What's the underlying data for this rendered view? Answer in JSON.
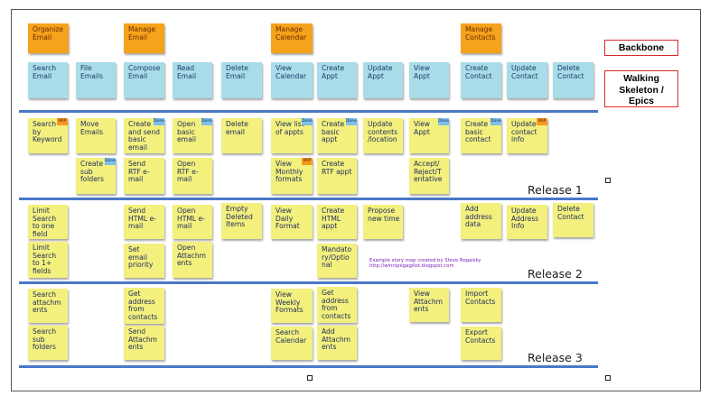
{
  "legend": {
    "backbone": "Backbone",
    "walking_skeleton": "Walking\nSkeleton /\nEpics"
  },
  "backbone": [
    {
      "id": "organize",
      "text": "Organize\nEmail"
    },
    {
      "id": "manage-email",
      "text": "Manage\nEmail"
    },
    {
      "id": "manage-calendar",
      "text": "Manage\nCalendar"
    },
    {
      "id": "manage-contacts",
      "text": "Manage\nContacts"
    }
  ],
  "skeleton": [
    {
      "id": "search-email",
      "text": "Search\nEmail"
    },
    {
      "id": "file-emails",
      "text": "File\nEmails"
    },
    {
      "id": "compose-email",
      "text": "Compose\nEmail"
    },
    {
      "id": "read-email",
      "text": "Read\nEmail"
    },
    {
      "id": "delete-email",
      "text": "Delete\nEmail"
    },
    {
      "id": "view-calendar",
      "text": "View\nCalendar"
    },
    {
      "id": "create-appt",
      "text": "Create\nAppt"
    },
    {
      "id": "update-appt",
      "text": "Update\nAppt"
    },
    {
      "id": "view-appt",
      "text": "View\nAppt"
    },
    {
      "id": "create-contact",
      "text": "Create\nContact"
    },
    {
      "id": "update-contact",
      "text": "Update\nContact"
    },
    {
      "id": "delete-contact",
      "text": "Delete\nContact"
    }
  ],
  "stories": [
    {
      "id": "search-by-keyword",
      "text": "Search\nby\nKeyword",
      "tag": "WIP"
    },
    {
      "id": "move-emails",
      "text": "Move\nEmails"
    },
    {
      "id": "create-sub-folders",
      "text": "Create\nsub\nfolders",
      "tag": "Done"
    },
    {
      "id": "create-send-basic-email",
      "text": "Create\nand send\nbasic\nemail",
      "tag": "Done"
    },
    {
      "id": "send-rtf-email",
      "text": "Send\nRTF e-\nmail"
    },
    {
      "id": "open-basic-email",
      "text": "Open\nbasic\nemail",
      "tag": "Done"
    },
    {
      "id": "open-rtf-email",
      "text": "Open\nRTF e-\nmail"
    },
    {
      "id": "delete-email-story",
      "text": "Delete\nemail"
    },
    {
      "id": "view-list-appts",
      "text": "View list\nof appts",
      "tag": "Done"
    },
    {
      "id": "view-monthly-formats",
      "text": "View\nMonthly\nformats",
      "tag": "WIP"
    },
    {
      "id": "create-basic-appt",
      "text": "Create\nbasic\nappt",
      "tag": "Done"
    },
    {
      "id": "create-rtf-appt",
      "text": "Create\nRTF appt"
    },
    {
      "id": "update-contents-location",
      "text": "Update\ncontents\n/location"
    },
    {
      "id": "view-appt-story",
      "text": "View\nAppt",
      "tag": "Done"
    },
    {
      "id": "accept-reject-tentative",
      "text": "Accept/\nReject/T\nentative"
    },
    {
      "id": "create-basic-contact",
      "text": "Create\nbasic\ncontact",
      "tag": "Done"
    },
    {
      "id": "update-contact-info",
      "text": "Update\ncontact\ninfo",
      "tag": "WIP"
    },
    {
      "id": "limit-search-one-field",
      "text": "Limit\nSearch\nto one\nfield"
    },
    {
      "id": "limit-search-1-fields",
      "text": "Limit\nSearch\nto 1+\nfields"
    },
    {
      "id": "send-html-email",
      "text": "Send\nHTML e-\nmail"
    },
    {
      "id": "set-email-priority",
      "text": "Set\nemail\npriority"
    },
    {
      "id": "open-html-email",
      "text": "Open\nHTML e-\nmail"
    },
    {
      "id": "open-attachments",
      "text": "Open\nAttachm\nents"
    },
    {
      "id": "empty-deleted-items",
      "text": "Empty\nDeleted\nItems"
    },
    {
      "id": "view-daily-format",
      "text": "View\nDaily\nFormat"
    },
    {
      "id": "create-html-appt",
      "text": "Create\nHTML\nappt"
    },
    {
      "id": "mandatory-optional",
      "text": "Mandato\nry/Optio\nnal"
    },
    {
      "id": "propose-new-time",
      "text": "Propose\nnew time"
    },
    {
      "id": "add-address-data",
      "text": "Add\naddress\ndata"
    },
    {
      "id": "update-address-info",
      "text": "Update\nAddress\nInfo"
    },
    {
      "id": "delete-contact-story",
      "text": "Delete\nContact"
    },
    {
      "id": "search-attachments",
      "text": "Search\nattachm\nents"
    },
    {
      "id": "search-sub-folders",
      "text": "Search\nsub\nfolders"
    },
    {
      "id": "get-address-from-contacts",
      "text": "Get\naddress\nfrom\ncontacts"
    },
    {
      "id": "send-attachments",
      "text": "Send\nAttachm\nents"
    },
    {
      "id": "view-weekly-formats",
      "text": "View\nWeekly\nFormats"
    },
    {
      "id": "search-calendar",
      "text": "Search\nCalendar"
    },
    {
      "id": "get-address-from-contacts-appt",
      "text": "Get\naddress\nfrom\ncontacts"
    },
    {
      "id": "add-attachments",
      "text": "Add\nAttachm\nents"
    },
    {
      "id": "view-attachments",
      "text": "View\nAttachm\nents"
    },
    {
      "id": "import-contacts",
      "text": "Import\nContacts"
    },
    {
      "id": "export-contacts",
      "text": "Export\nContacts"
    }
  ],
  "releases": [
    "Release 1",
    "Release 2",
    "Release 3"
  ],
  "credit": "Example story map created by Steve Rogalsky\nhttp://winnipegagilist.blogspot.com"
}
